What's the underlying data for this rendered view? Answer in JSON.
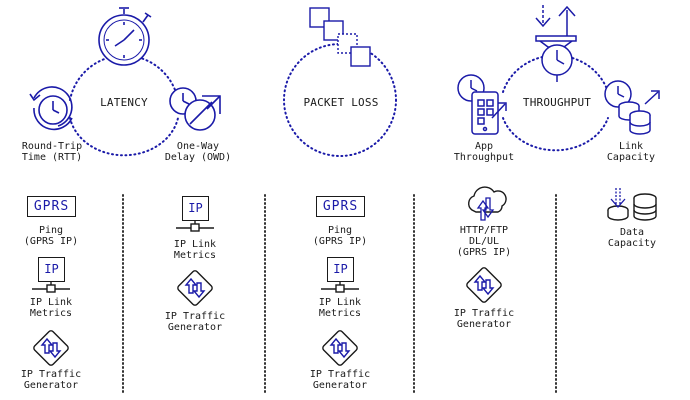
{
  "sections": {
    "latency": {
      "title": "LATENCY",
      "left_label": "Round-Trip\nTime (RTT)",
      "right_label": "One-Way\nDelay (OWD)"
    },
    "packet_loss": {
      "title": "PACKET LOSS"
    },
    "throughput": {
      "title": "THROUGHPUT",
      "left_label": "App\nThroughput",
      "right_label": "Link\nCapacity"
    }
  },
  "tools": {
    "gprs_box": "GPRS",
    "ip_box": "IP",
    "ping_label": "Ping\n(GPRS IP)",
    "ip_link_label": "IP Link\nMetrics",
    "ip_traffic_label": "IP Traffic\nGenerator",
    "http_label": "HTTP/FTP\nDL/UL\n(GPRS IP)",
    "data_capacity_label": "Data\nCapacity"
  },
  "colors": {
    "accent": "#1a1aa8",
    "text": "#1a1a1a",
    "background": "#ffffff"
  }
}
